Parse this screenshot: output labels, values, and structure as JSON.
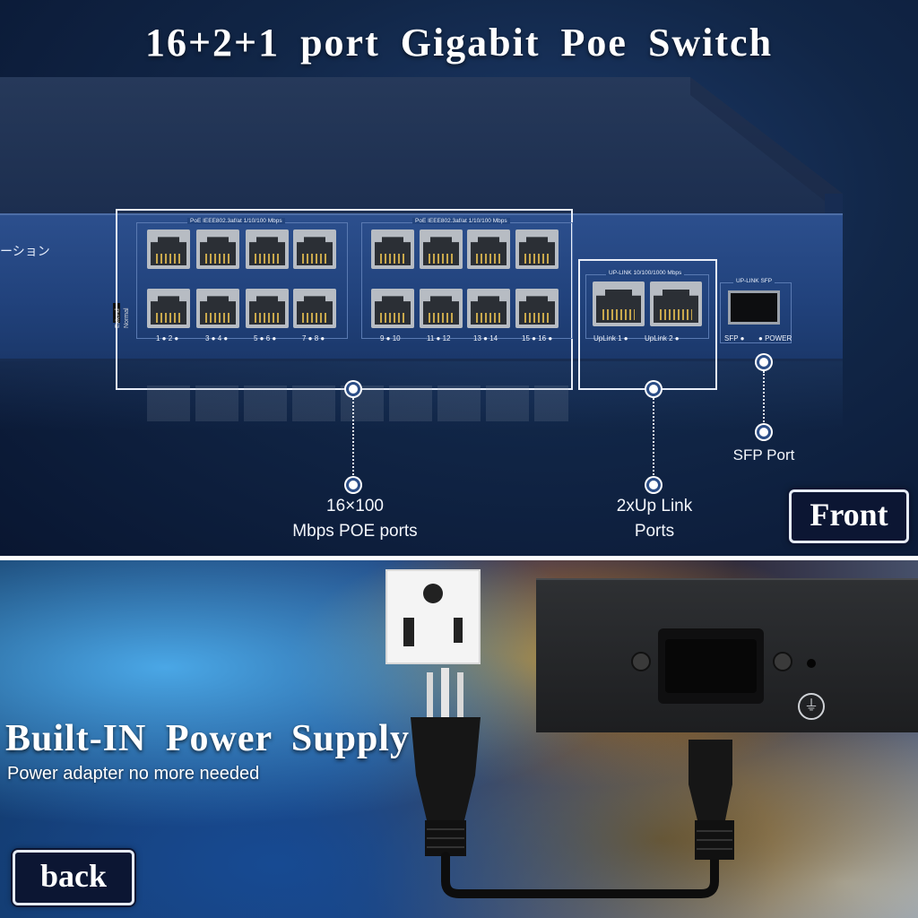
{
  "headline": "16+2+1 port Gigabit Poe Switch",
  "front_panel": {
    "side_label": "ーション",
    "mode_switch": [
      "Extend",
      "Normal"
    ],
    "poe_group_label": "PoE IEEE802.3af/at 1/10/100 Mbps",
    "uplink_group_label": "UP-LINK 10/100/1000 Mbps",
    "sfp_group_label": "UP-LINK SFP",
    "port_numbers": [
      "1",
      "2",
      "3",
      "4",
      "5",
      "6",
      "7",
      "8",
      "9",
      "10",
      "11",
      "12",
      "13",
      "14",
      "15",
      "16"
    ],
    "uplink_labels": [
      "UpLink 1",
      "UpLink 2"
    ],
    "sfp_label": "SFP",
    "power_label": "POWER"
  },
  "callouts": {
    "poe_ports": [
      "16×100",
      "Mbps POE ports"
    ],
    "uplink_ports": [
      "2xUp Link",
      "Ports"
    ],
    "sfp_port": "SFP Port"
  },
  "tags": {
    "front": "Front",
    "back": "back"
  },
  "power": {
    "title": "Built-IN Power Supply",
    "subtitle": "Power adapter no more needed"
  },
  "colors": {
    "panel_blue": "#21427c",
    "background_navy": "#0c1a33",
    "highlight_white": "#e9eef8"
  }
}
